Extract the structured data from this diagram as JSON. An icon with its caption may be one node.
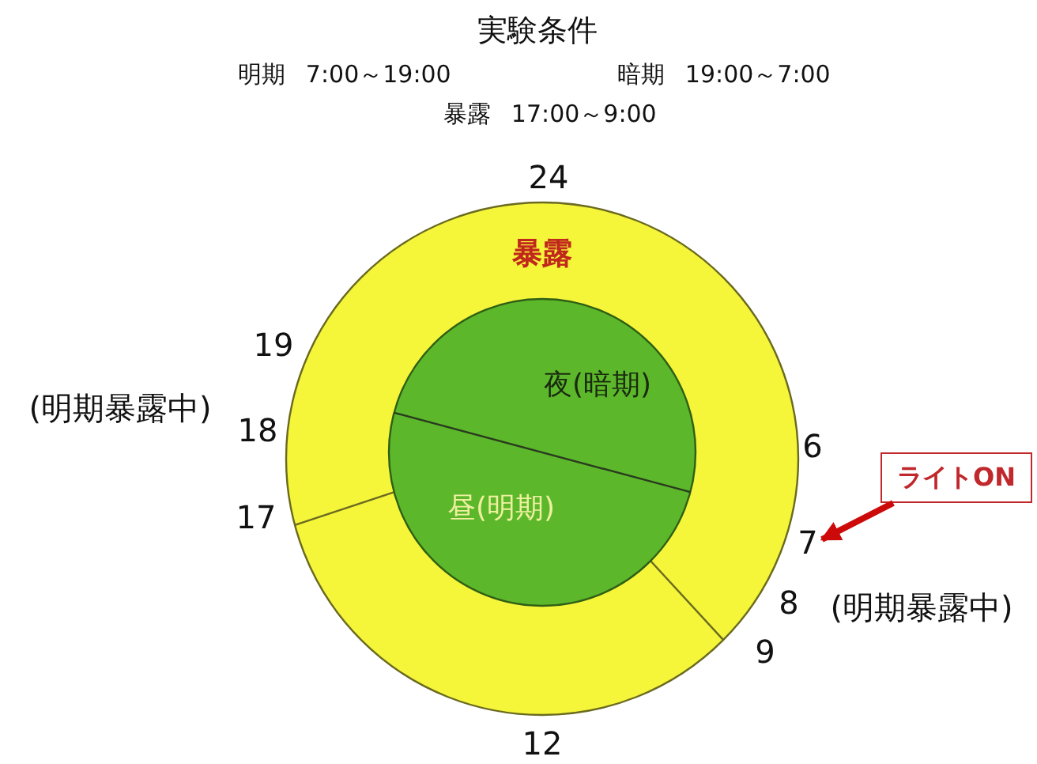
{
  "diagram": {
    "title": "実験条件",
    "nodes": [
      {
        "text": [
          "暴露"
        ]
      },
      {
        "text": [
          "夜(暗期)",
          "昼(明期)"
        ],
        "in": 0
      },
      {
        "text": [
          "ライトON"
        ]
      },
      {
        "text": [
          "7"
        ]
      }
    ],
    "edges": [
      {
        "from": 2,
        "to": 3,
        "arrow": "to"
      }
    ],
    "labels": [
      "明期 7:00～19:00",
      "暗期 19:00～7:00",
      "暴露 17:00～9:00",
      "24",
      "19",
      "(明期暴露中)",
      "18",
      "6",
      "17",
      "8",
      "(明期暴露中)",
      "9",
      "12"
    ]
  }
}
